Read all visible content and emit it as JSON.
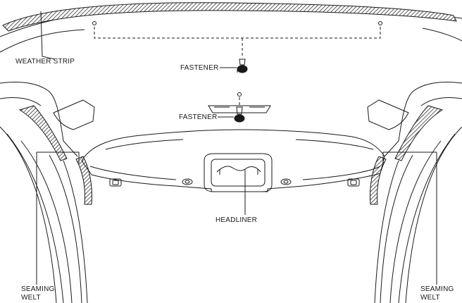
{
  "labels": {
    "weather_strip": "WEATHER STRIP",
    "fastener_top": "FASTENER",
    "fastener_mid": "FASTENER",
    "headliner": "HEADLINER",
    "seaming_welt_left": [
      "SEAMING",
      "WELT"
    ],
    "seaming_welt_right": [
      "SEAMING",
      "WELT"
    ]
  },
  "colors": {
    "stroke": "#1a1a1a",
    "background": "#ffffff"
  }
}
